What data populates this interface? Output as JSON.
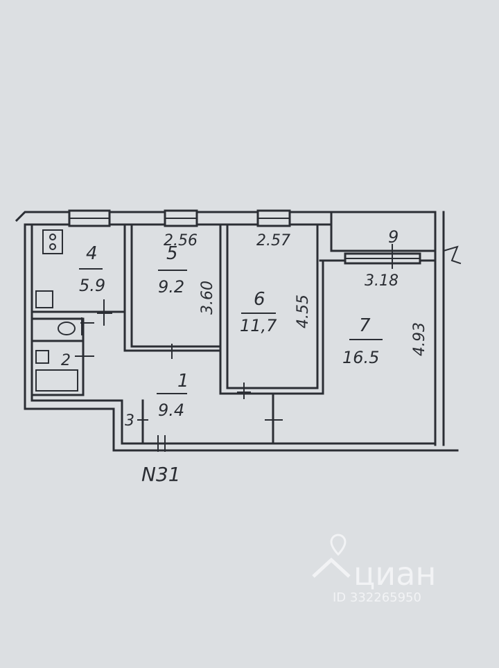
{
  "plan": {
    "apartment_number": "N31",
    "rooms": [
      {
        "id": "1",
        "area": "9.4"
      },
      {
        "id": "2",
        "area": ""
      },
      {
        "id": "3",
        "area": ""
      },
      {
        "id": "4",
        "area": "5.9"
      },
      {
        "id": "5",
        "area": "9.2"
      },
      {
        "id": "6",
        "area": "11,7"
      },
      {
        "id": "7",
        "area": "16.5"
      },
      {
        "id": "9",
        "area": ""
      }
    ],
    "dimensions": {
      "room5_width": "2.56",
      "room5_length": "3.60",
      "room6_width": "2.57",
      "room6_length": "4.55",
      "room7_width": "3.18",
      "room7_length": "4.93"
    }
  },
  "watermark": {
    "brand": "циан",
    "listing_id": "ID 332265950"
  }
}
